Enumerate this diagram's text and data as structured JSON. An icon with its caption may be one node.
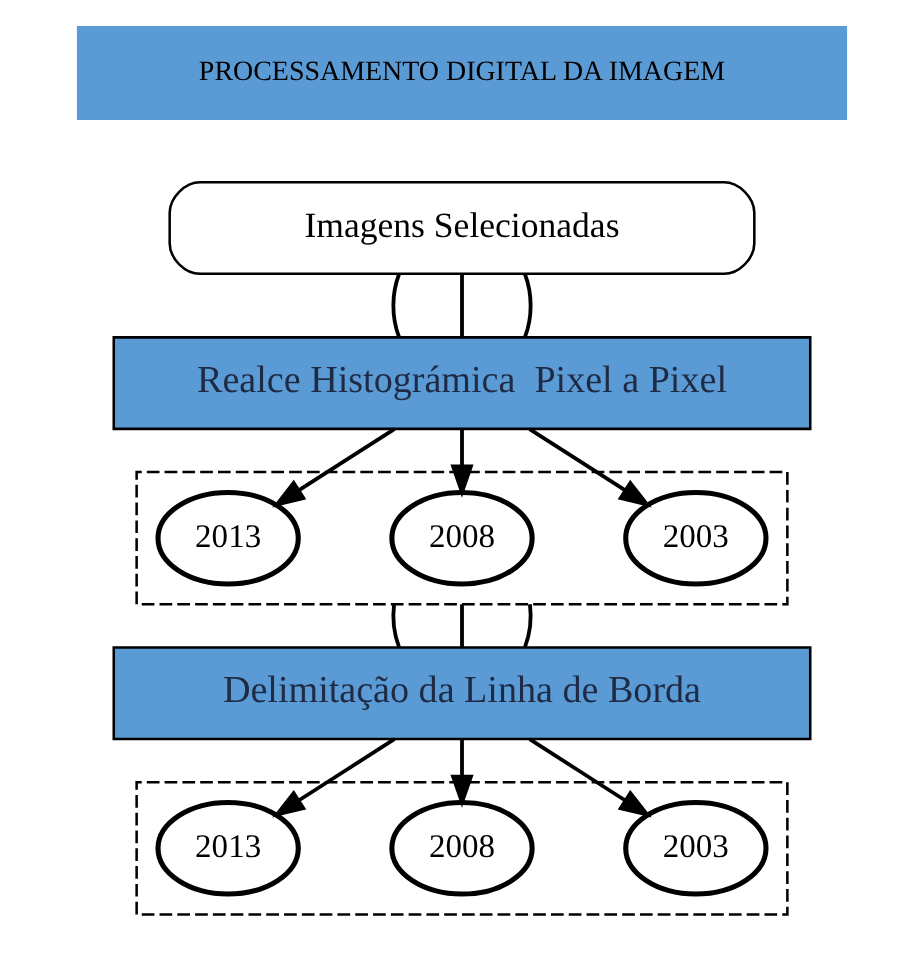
{
  "diagram": {
    "nodes": [
      {
        "text": [
          "PROCESSAMENTO DIGITAL DA IMAGEM"
        ]
      },
      {
        "text": [
          "Imagens Selecionadas"
        ]
      },
      {
        "text": [
          "Realce Histográmica  Pixel a Pixel"
        ]
      },
      {
        "text": [],
        "shape": "box"
      },
      {
        "text": [
          "2003"
        ],
        "in": 3
      },
      {
        "text": [
          "2008"
        ],
        "in": 3
      },
      {
        "text": [
          "2013"
        ],
        "in": 3
      },
      {
        "text": [
          "Delimitação da Linha de Borda"
        ]
      },
      {
        "text": [],
        "shape": "box"
      },
      {
        "text": [
          "2003"
        ],
        "in": 8
      },
      {
        "text": [
          "2008"
        ],
        "in": 8
      },
      {
        "text": [
          "2013"
        ],
        "in": 8
      }
    ],
    "edges": [
      {
        "from": 1,
        "to": 2,
        "arrow": "none"
      },
      {
        "from": 1,
        "to": 2,
        "arrow": "none"
      },
      {
        "from": 1,
        "to": 2,
        "arrow": "none"
      },
      {
        "from": 2,
        "to": 4,
        "arrow": "to"
      },
      {
        "from": 2,
        "to": 5,
        "arrow": "to"
      },
      {
        "from": 2,
        "to": 6,
        "arrow": "to"
      },
      {
        "from": 3,
        "to": 7,
        "arrow": "none"
      },
      {
        "from": 3,
        "to": 7,
        "arrow": "none"
      },
      {
        "from": 3,
        "to": 7,
        "arrow": "none"
      },
      {
        "from": 7,
        "to": 9,
        "arrow": "to"
      },
      {
        "from": 7,
        "to": 10,
        "arrow": "to"
      },
      {
        "from": 7,
        "to": 11,
        "arrow": "to"
      }
    ]
  }
}
